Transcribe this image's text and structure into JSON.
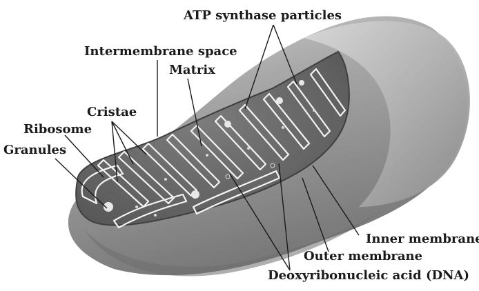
{
  "labels": {
    "atp_synthase": "ATP synthase particles",
    "intermembrane_space": "Intermembrane space",
    "matrix": "Matrix",
    "cristae": "Cristae",
    "ribosome": "Ribosome",
    "granules": "Granules",
    "inner_membrane": "Inner membrane",
    "outer_membrane": "Outer membrane",
    "dna": "Deoxyribonucleic acid (DNA)"
  },
  "colors": {
    "outer_membrane": "#8f8f8f",
    "matrix": "#6a6a6a",
    "cristae_outline": "#f4f4f4",
    "background": "#ffffff",
    "text": "#1a1a1a"
  }
}
